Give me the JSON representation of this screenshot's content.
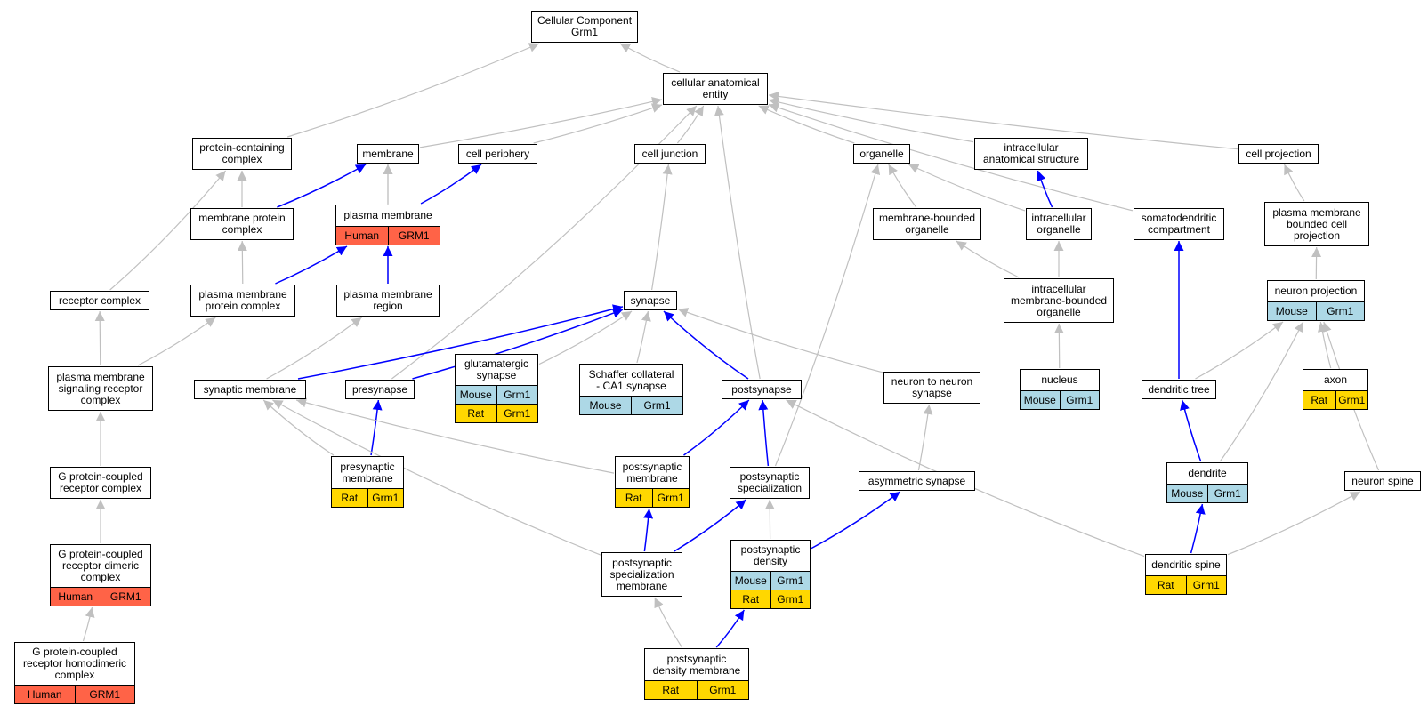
{
  "colors": {
    "is_a": "#c0c0c0",
    "part_of": "#0000ff",
    "Human": "#ff6347",
    "Mouse": "#add8e6",
    "Rat": "#ffd700"
  },
  "nodes": {
    "root": {
      "label": "Cellular Component\nGrm1",
      "annotations": []
    },
    "cae": {
      "label": "cellular anatomical\nentity",
      "annotations": []
    },
    "pcc": {
      "label": "protein-containing\ncomplex",
      "annotations": []
    },
    "mem": {
      "label": "membrane",
      "annotations": []
    },
    "cper": {
      "label": "cell periphery",
      "annotations": []
    },
    "cjun": {
      "label": "cell junction",
      "annotations": []
    },
    "org": {
      "label": "organelle",
      "annotations": []
    },
    "ias": {
      "label": "intracellular\nanatomical structure",
      "annotations": []
    },
    "cproj": {
      "label": "cell projection",
      "annotations": []
    },
    "mpc": {
      "label": "membrane protein\ncomplex",
      "annotations": []
    },
    "pm": {
      "label": "plasma membrane",
      "annotations": [
        {
          "species": "Human",
          "gene": "GRM1"
        }
      ]
    },
    "mbo": {
      "label": "membrane-bounded\norganelle",
      "annotations": []
    },
    "io": {
      "label": "intracellular\norganelle",
      "annotations": []
    },
    "sdc": {
      "label": "somatodendritic\ncompartment",
      "annotations": []
    },
    "pmbcp": {
      "label": "plasma membrane\nbounded cell\nprojection",
      "annotations": []
    },
    "rc": {
      "label": "receptor complex",
      "annotations": []
    },
    "pmpc": {
      "label": "plasma membrane\nprotein complex",
      "annotations": []
    },
    "pmr": {
      "label": "plasma membrane\nregion",
      "annotations": []
    },
    "syn": {
      "label": "synapse",
      "annotations": []
    },
    "imbo": {
      "label": "intracellular\nmembrane-bounded\norganelle",
      "annotations": []
    },
    "np": {
      "label": "neuron projection",
      "annotations": [
        {
          "species": "Mouse",
          "gene": "Grm1"
        }
      ]
    },
    "pmsrc": {
      "label": "plasma membrane\nsignaling receptor\ncomplex",
      "annotations": []
    },
    "synm": {
      "label": "synaptic membrane",
      "annotations": []
    },
    "pres": {
      "label": "presynapse",
      "annotations": []
    },
    "glut": {
      "label": "glutamatergic\nsynapse",
      "annotations": [
        {
          "species": "Mouse",
          "gene": "Grm1"
        },
        {
          "species": "Rat",
          "gene": "Grm1"
        }
      ]
    },
    "scca1": {
      "label": "Schaffer collateral\n- CA1 synapse",
      "annotations": [
        {
          "species": "Mouse",
          "gene": "Grm1"
        }
      ]
    },
    "posts": {
      "label": "postsynapse",
      "annotations": []
    },
    "n2n": {
      "label": "neuron to neuron\nsynapse",
      "annotations": []
    },
    "nuc": {
      "label": "nucleus",
      "annotations": [
        {
          "species": "Mouse",
          "gene": "Grm1"
        }
      ]
    },
    "dtree": {
      "label": "dendritic tree",
      "annotations": []
    },
    "axon": {
      "label": "axon",
      "annotations": [
        {
          "species": "Rat",
          "gene": "Grm1"
        }
      ]
    },
    "gpcrc": {
      "label": "G protein-coupled\nreceptor complex",
      "annotations": []
    },
    "presm": {
      "label": "presynaptic\nmembrane",
      "annotations": [
        {
          "species": "Rat",
          "gene": "Grm1"
        }
      ]
    },
    "postm": {
      "label": "postsynaptic\nmembrane",
      "annotations": [
        {
          "species": "Rat",
          "gene": "Grm1"
        }
      ]
    },
    "postspec": {
      "label": "postsynaptic\nspecialization",
      "annotations": []
    },
    "asym": {
      "label": "asymmetric synapse",
      "annotations": []
    },
    "dend": {
      "label": "dendrite",
      "annotations": [
        {
          "species": "Mouse",
          "gene": "Grm1"
        }
      ]
    },
    "nspine": {
      "label": "neuron spine",
      "annotations": []
    },
    "gpcrdc": {
      "label": "G protein-coupled\nreceptor dimeric\ncomplex",
      "annotations": [
        {
          "species": "Human",
          "gene": "GRM1"
        }
      ]
    },
    "pssm": {
      "label": "postsynaptic\nspecialization\nmembrane",
      "annotations": []
    },
    "psd": {
      "label": "postsynaptic\ndensity",
      "annotations": [
        {
          "species": "Mouse",
          "gene": "Grm1"
        },
        {
          "species": "Rat",
          "gene": "Grm1"
        }
      ]
    },
    "dspine": {
      "label": "dendritic spine",
      "annotations": [
        {
          "species": "Rat",
          "gene": "Grm1"
        }
      ]
    },
    "gpcrhc": {
      "label": "G protein-coupled\nreceptor homodimeric\ncomplex",
      "annotations": [
        {
          "species": "Human",
          "gene": "GRM1"
        }
      ]
    },
    "psdm": {
      "label": "postsynaptic\ndensity membrane",
      "annotations": [
        {
          "species": "Rat",
          "gene": "Grm1"
        }
      ]
    }
  },
  "edges": [
    {
      "from": "cae",
      "to": "root",
      "type": "is_a"
    },
    {
      "from": "pcc",
      "to": "root",
      "type": "is_a"
    },
    {
      "from": "mem",
      "to": "cae",
      "type": "is_a"
    },
    {
      "from": "cper",
      "to": "cae",
      "type": "is_a"
    },
    {
      "from": "cjun",
      "to": "cae",
      "type": "is_a"
    },
    {
      "from": "org",
      "to": "cae",
      "type": "is_a"
    },
    {
      "from": "ias",
      "to": "cae",
      "type": "is_a"
    },
    {
      "from": "cproj",
      "to": "cae",
      "type": "is_a"
    },
    {
      "from": "sdc",
      "to": "cae",
      "type": "is_a"
    },
    {
      "from": "pres",
      "to": "cae",
      "type": "is_a"
    },
    {
      "from": "posts",
      "to": "cae",
      "type": "is_a"
    },
    {
      "from": "mpc",
      "to": "pcc",
      "type": "is_a"
    },
    {
      "from": "mpc",
      "to": "mem",
      "type": "part_of"
    },
    {
      "from": "pm",
      "to": "mem",
      "type": "is_a"
    },
    {
      "from": "pm",
      "to": "cper",
      "type": "part_of"
    },
    {
      "from": "pmr",
      "to": "mem",
      "type": "is_a"
    },
    {
      "from": "mbo",
      "to": "org",
      "type": "is_a"
    },
    {
      "from": "io",
      "to": "org",
      "type": "is_a"
    },
    {
      "from": "io",
      "to": "ias",
      "type": "part_of"
    },
    {
      "from": "pmbcp",
      "to": "cproj",
      "type": "is_a"
    },
    {
      "from": "rc",
      "to": "pcc",
      "type": "is_a"
    },
    {
      "from": "pmpc",
      "to": "mpc",
      "type": "is_a"
    },
    {
      "from": "pmpc",
      "to": "pm",
      "type": "part_of"
    },
    {
      "from": "pmr",
      "to": "pm",
      "type": "part_of"
    },
    {
      "from": "syn",
      "to": "cjun",
      "type": "is_a"
    },
    {
      "from": "imbo",
      "to": "mbo",
      "type": "is_a"
    },
    {
      "from": "imbo",
      "to": "io",
      "type": "is_a"
    },
    {
      "from": "np",
      "to": "pmbcp",
      "type": "is_a"
    },
    {
      "from": "pmsrc",
      "to": "rc",
      "type": "is_a"
    },
    {
      "from": "pmsrc",
      "to": "pmpc",
      "type": "is_a"
    },
    {
      "from": "synm",
      "to": "pmr",
      "type": "is_a"
    },
    {
      "from": "synm",
      "to": "syn",
      "type": "part_of"
    },
    {
      "from": "pres",
      "to": "syn",
      "type": "part_of"
    },
    {
      "from": "glut",
      "to": "syn",
      "type": "is_a"
    },
    {
      "from": "scca1",
      "to": "syn",
      "type": "is_a"
    },
    {
      "from": "posts",
      "to": "syn",
      "type": "part_of"
    },
    {
      "from": "n2n",
      "to": "syn",
      "type": "is_a"
    },
    {
      "from": "nuc",
      "to": "imbo",
      "type": "is_a"
    },
    {
      "from": "dtree",
      "to": "sdc",
      "type": "part_of"
    },
    {
      "from": "dtree",
      "to": "np",
      "type": "is_a"
    },
    {
      "from": "axon",
      "to": "np",
      "type": "is_a"
    },
    {
      "from": "gpcrc",
      "to": "pmsrc",
      "type": "is_a"
    },
    {
      "from": "presm",
      "to": "synm",
      "type": "is_a"
    },
    {
      "from": "presm",
      "to": "pres",
      "type": "part_of"
    },
    {
      "from": "postm",
      "to": "synm",
      "type": "is_a"
    },
    {
      "from": "postm",
      "to": "posts",
      "type": "part_of"
    },
    {
      "from": "postspec",
      "to": "posts",
      "type": "part_of"
    },
    {
      "from": "postspec",
      "to": "org",
      "type": "is_a"
    },
    {
      "from": "asym",
      "to": "n2n",
      "type": "is_a"
    },
    {
      "from": "dend",
      "to": "dtree",
      "type": "part_of"
    },
    {
      "from": "dend",
      "to": "np",
      "type": "is_a"
    },
    {
      "from": "nspine",
      "to": "np",
      "type": "is_a"
    },
    {
      "from": "gpcrdc",
      "to": "gpcrc",
      "type": "is_a"
    },
    {
      "from": "pssm",
      "to": "postm",
      "type": "part_of"
    },
    {
      "from": "pssm",
      "to": "postspec",
      "type": "part_of"
    },
    {
      "from": "pssm",
      "to": "synm",
      "type": "is_a"
    },
    {
      "from": "psd",
      "to": "postspec",
      "type": "is_a"
    },
    {
      "from": "psd",
      "to": "asym",
      "type": "part_of"
    },
    {
      "from": "dspine",
      "to": "dend",
      "type": "part_of"
    },
    {
      "from": "dspine",
      "to": "nspine",
      "type": "is_a"
    },
    {
      "from": "dspine",
      "to": "posts",
      "type": "is_a"
    },
    {
      "from": "gpcrhc",
      "to": "gpcrdc",
      "type": "is_a"
    },
    {
      "from": "psdm",
      "to": "pssm",
      "type": "is_a"
    },
    {
      "from": "psdm",
      "to": "psd",
      "type": "part_of"
    }
  ]
}
